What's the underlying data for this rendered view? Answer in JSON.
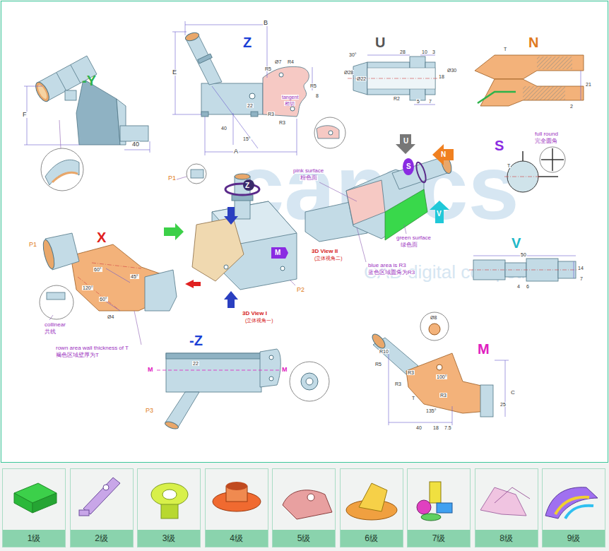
{
  "diagram": {
    "nodes": [
      {
        "text": [
          "1级"
        ]
      },
      {
        "text": [
          "2级"
        ]
      },
      {
        "text": [
          "3级"
        ]
      },
      {
        "text": [
          "4级"
        ]
      },
      {
        "text": [
          "5级"
        ]
      },
      {
        "text": [
          "6级"
        ]
      },
      {
        "text": [
          "7级"
        ]
      },
      {
        "text": [
          "8级"
        ]
      },
      {
        "text": [
          "9级"
        ]
      }
    ],
    "labels": [
      "camcs",
      "CAD digital competition",
      "-Y",
      "F",
      "40",
      "Z",
      "B",
      "E",
      "R5",
      "Ø7",
      "R4",
      "tangent",
      "相切",
      "R5",
      "8",
      "22",
      "40",
      "15°",
      "R3",
      "R3",
      "A",
      "U",
      "30°",
      "28",
      "10",
      "3",
      "Ø28",
      "Ø22",
      "18",
      "Ø30",
      "R2",
      "5",
      "7",
      "N",
      "T",
      "21",
      "2",
      "S",
      "full round",
      "完全圆角",
      "T",
      "V",
      "50",
      "14",
      "7",
      "4",
      "6",
      "P1",
      "Z",
      "M",
      "P2",
      "3D View I",
      "(立体视角一)",
      "pink surface",
      "粉色面",
      "green surface",
      "绿色面",
      "blue area is R3",
      "蓝色区域圆角为R3",
      "3D View II",
      "(立体视角二)",
      "U",
      "S",
      "N",
      "V",
      "X",
      "P1",
      "60°",
      "120°",
      "60°",
      "45°",
      "Ø4",
      "collinear",
      "共线",
      "rown area wall thickness of T",
      "褐色区域壁厚为T",
      "-Z",
      "M",
      "22",
      "M",
      "P3",
      "M",
      "R10",
      "R5",
      "R3",
      "Ø8",
      "100°",
      "R3",
      "R3",
      "T",
      "135°",
      "C",
      "25",
      "40",
      "18",
      "7.5"
    ]
  }
}
